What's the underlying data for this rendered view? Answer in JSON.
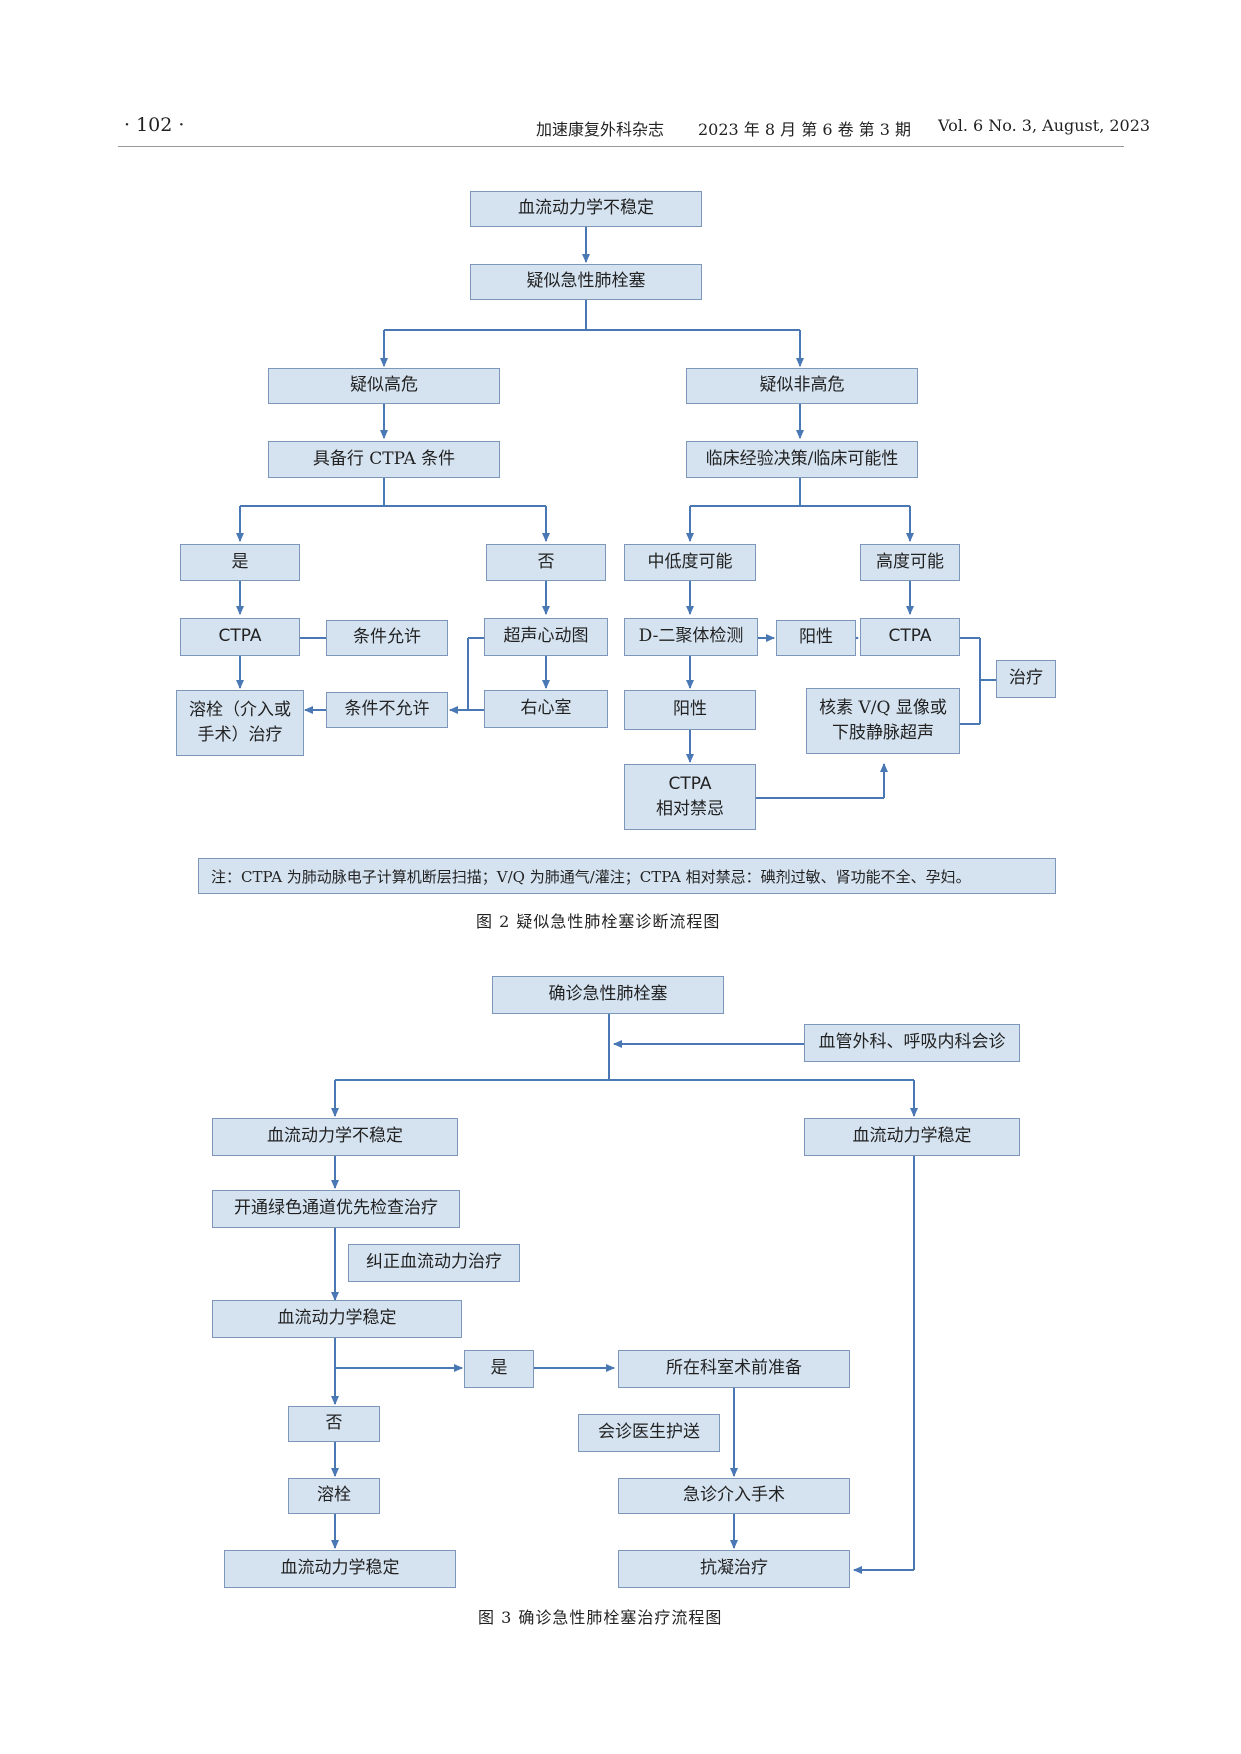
{
  "header": {
    "page": "· 102 ·",
    "journal": "加速康复外科杂志",
    "issue": "2023 年 8 月   第 6 卷   第 3 期",
    "volume": "Vol. 6  No. 3,  August,  2023"
  },
  "figure2": {
    "caption": "图 2    疑似急性肺栓塞诊断流程图",
    "note": "注：CTPA 为肺动脉电子计算机断层扫描；V/Q 为肺通气/灌注；CTPA 相对禁忌：碘剂过敏、肾功能不全、孕妇。",
    "nodes": {
      "unstable": "血流动力学不稳定",
      "suspected_pe": "疑似急性肺栓塞",
      "high_risk": "疑似高危",
      "non_high_risk": "疑似非高危",
      "ctpa_condition": "具备行 CTPA 条件",
      "clinical_decision": "临床经验决策/临床可能性",
      "yes": "是",
      "no": "否",
      "low_mid": "中低度可能",
      "high_prob": "高度可能",
      "ctpa_left": "CTPA",
      "cond_allow": "条件允许",
      "echo": "超声心动图",
      "ddimer": "D-二聚体检测",
      "positive_right": "阳性",
      "ctpa_right": "CTPA",
      "treatment": "治疗",
      "thrombolysis_1": "溶栓（介入或",
      "thrombolysis_2": "手术）治疗",
      "cond_not_allow": "条件不允许",
      "right_ventricle": "右心室",
      "positive_down": "阳性",
      "vq_1": "核素 V/Q 显像或",
      "vq_2": "下肢静脉超声",
      "ctpa_contra_1": "CTPA",
      "ctpa_contra_2": "相对禁忌"
    }
  },
  "figure3": {
    "caption": "图 3    确诊急性肺栓塞治疗流程图",
    "nodes": {
      "confirmed": "确诊急性肺栓塞",
      "consult": "血管外科、呼吸内科会诊",
      "unstable": "血流动力学不稳定",
      "stable_right": "血流动力学稳定",
      "green_channel": "开通绿色通道优先检查治疗",
      "correct": "纠正血流动力治疗",
      "stable_mid": "血流动力学稳定",
      "yes": "是",
      "preop": "所在科室术前准备",
      "no": "否",
      "escort": "会诊医生护送",
      "thrombolysis": "溶栓",
      "emergency": "急诊介入手术",
      "stable_bottom": "血流动力学稳定",
      "anticoag": "抗凝治疗"
    }
  },
  "colors": {
    "box_fill": "#d5e3f1",
    "box_border": "#7d97b8",
    "arrow": "#4a78b5"
  }
}
